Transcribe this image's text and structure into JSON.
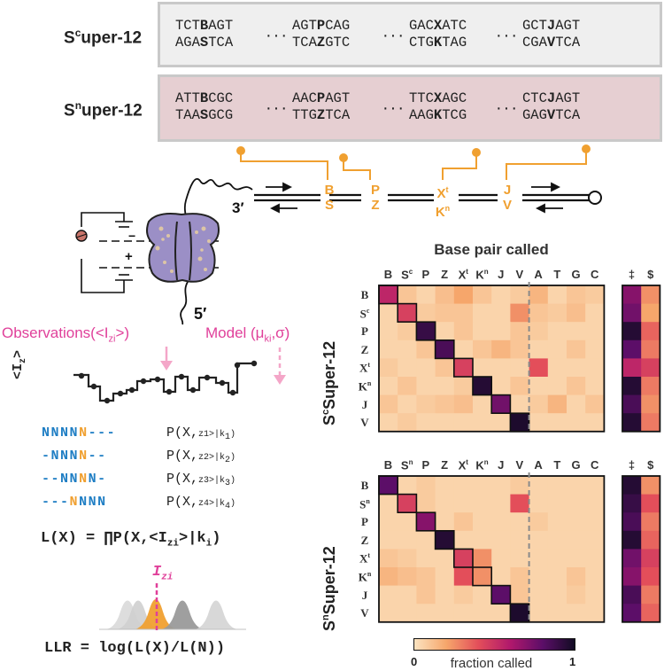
{
  "top_rows": [
    {
      "label_main": "S",
      "label_sup": "c",
      "label_rest": "uper-12",
      "bg": "#efefef",
      "groups": [
        {
          "l1": [
            "TCT",
            "B",
            "AGT"
          ],
          "l2": [
            "AGA",
            "S",
            "TCA"
          ]
        },
        {
          "l1": [
            "AGT",
            "P",
            "CAG"
          ],
          "l2": [
            "TCA",
            "Z",
            "GTC"
          ]
        },
        {
          "l1": [
            "GAC",
            "X",
            "ATC"
          ],
          "l2": [
            "CTG",
            "K",
            "TAG"
          ]
        },
        {
          "l1": [
            "GCT",
            "J",
            "AGT"
          ],
          "l2": [
            "CGA",
            "V",
            "TCA"
          ]
        }
      ]
    },
    {
      "label_main": "S",
      "label_sup": "n",
      "label_rest": "uper-12",
      "bg": "#e6cfd2",
      "groups": [
        {
          "l1": [
            "ATT",
            "B",
            "CGC"
          ],
          "l2": [
            "TAA",
            "S",
            "GCG"
          ]
        },
        {
          "l1": [
            "AAC",
            "P",
            "AGT"
          ],
          "l2": [
            "TTG",
            "Z",
            "TCA"
          ]
        },
        {
          "l1": [
            "TTC",
            "X",
            "AGC"
          ],
          "l2": [
            "AAG",
            "K",
            "TCG"
          ]
        },
        {
          "l1": [
            "CTC",
            "J",
            "AGT"
          ],
          "l2": [
            "GAG",
            "V",
            "TCA"
          ]
        }
      ]
    }
  ],
  "dots": "···",
  "duplex": {
    "three_prime": "3′",
    "pairs": [
      {
        "top": "B",
        "bottom": "S"
      },
      {
        "top": "P",
        "bottom": "Z"
      },
      {
        "top": "X",
        "top_sup": "t",
        "bottom": "K",
        "bottom_sup": "n"
      },
      {
        "top": "J",
        "bottom": "V"
      }
    ]
  },
  "nanopore": {
    "minus": "−",
    "plus": "+",
    "five_prime": "5′"
  },
  "observations_label": "Observations(<I",
  "observations_sub": "zi",
  "observations_end": ">)",
  "model_label": "Model (μ",
  "model_sub": "ki",
  "model_end": ",σ)",
  "trace_axis": "<I",
  "trace_axis_sub": "z",
  "trace_axis_end": ">",
  "windows": [
    {
      "blue1": "NNNN",
      "orange": "",
      "blue2": "",
      "dash1": "",
      "dash2": "---",
      "orange_pos": 4,
      "prob": "P(X,<I",
      "sub": "z1",
      "given": ">|k",
      "ksub": "1",
      "close": ")"
    },
    {
      "prob": "P(X,<I",
      "sub": "z2",
      "given": ">|k",
      "ksub": "2",
      "close": ")"
    },
    {
      "prob": "P(X,<I",
      "sub": "z3",
      "given": ">|k",
      "ksub": "3",
      "close": ")"
    },
    {
      "prob": "P(X,<I",
      "sub": "z4",
      "given": ">|k",
      "ksub": "4",
      "close": ")"
    }
  ],
  "likelihood": {
    "lhs": "L(X) = ∏P(X,<I",
    "sub": "zi",
    "given": ">|k",
    "ksub": "i",
    "close": ")"
  },
  "izi_label": "I",
  "izi_sub": "zi",
  "llr": "LLR = log(L(X)/L(N))",
  "heatmap": {
    "title": "Base pair called",
    "col_labels": [
      "B",
      "S",
      "P",
      "Z",
      "X",
      "K",
      "J",
      "V",
      "A",
      "T",
      "G",
      "C"
    ],
    "extra_labels": [
      "‡",
      "$"
    ],
    "top_row_labels": [
      "B",
      "S",
      "P",
      "Z",
      "X",
      "K",
      "J",
      "V"
    ],
    "top_axis_title": "Super-12",
    "bottom_axis_title": "Super-12",
    "colorbar_min": "0",
    "colorbar_max": "1",
    "colorbar_label": "fraction called"
  },
  "chart_data": [
    {
      "type": "heatmap",
      "title": "Base pair called",
      "ylabel": "Super-12 (c)",
      "columns": [
        "B",
        "Sc",
        "P",
        "Z",
        "Xt",
        "Kn",
        "J",
        "V",
        "A",
        "T",
        "G",
        "C"
      ],
      "rows": [
        "B",
        "Sc",
        "P",
        "Z",
        "Xt",
        "Kn",
        "J",
        "V"
      ],
      "values": [
        [
          0.55,
          0.1,
          0.05,
          0.12,
          0.2,
          0.1,
          0.05,
          0.08,
          0.15,
          0.05,
          0.1,
          0.08
        ],
        [
          0.05,
          0.45,
          0.08,
          0.1,
          0.1,
          0.05,
          0.05,
          0.25,
          0.1,
          0.08,
          0.12,
          0.05
        ],
        [
          0.05,
          0.08,
          0.9,
          0.05,
          0.1,
          0.05,
          0.05,
          0.1,
          0.08,
          0.05,
          0.05,
          0.05
        ],
        [
          0.05,
          0.05,
          0.1,
          0.85,
          0.05,
          0.1,
          0.15,
          0.1,
          0.05,
          0.05,
          0.1,
          0.05
        ],
        [
          0.08,
          0.05,
          0.05,
          0.1,
          0.45,
          0.05,
          0.05,
          0.05,
          0.4,
          0.05,
          0.05,
          0.05
        ],
        [
          0.05,
          0.1,
          0.05,
          0.05,
          0.08,
          0.95,
          0.05,
          0.1,
          0.05,
          0.05,
          0.1,
          0.05
        ],
        [
          0.1,
          0.05,
          0.08,
          0.1,
          0.12,
          0.05,
          0.75,
          0.05,
          0.08,
          0.15,
          0.05,
          0.1
        ],
        [
          0.05,
          0.08,
          0.05,
          0.05,
          0.05,
          0.05,
          0.05,
          0.97,
          0.05,
          0.05,
          0.05,
          0.05
        ]
      ],
      "extra_columns": [
        "‡",
        "$"
      ],
      "extra_values": [
        [
          0.7,
          0.25
        ],
        [
          0.75,
          0.2
        ],
        [
          0.95,
          0.35
        ],
        [
          0.8,
          0.3
        ],
        [
          0.55,
          0.45
        ],
        [
          0.95,
          0.3
        ],
        [
          0.85,
          0.25
        ],
        [
          0.95,
          0.3
        ]
      ],
      "range": [
        0,
        1
      ]
    },
    {
      "type": "heatmap",
      "ylabel": "Super-12 (n)",
      "columns": [
        "B",
        "Sn",
        "P",
        "Z",
        "Xt",
        "Kn",
        "J",
        "V",
        "A",
        "T",
        "G",
        "C"
      ],
      "rows": [
        "B",
        "Sn",
        "P",
        "Z",
        "Xt",
        "Kn",
        "J",
        "V"
      ],
      "values": [
        [
          0.8,
          0.05,
          0.08,
          0.05,
          0.05,
          0.05,
          0.05,
          0.08,
          0.05,
          0.05,
          0.05,
          0.05
        ],
        [
          0.05,
          0.45,
          0.08,
          0.05,
          0.05,
          0.05,
          0.05,
          0.4,
          0.05,
          0.05,
          0.05,
          0.05
        ],
        [
          0.05,
          0.05,
          0.7,
          0.05,
          0.1,
          0.05,
          0.05,
          0.05,
          0.08,
          0.05,
          0.05,
          0.05
        ],
        [
          0.05,
          0.05,
          0.05,
          0.95,
          0.05,
          0.05,
          0.05,
          0.05,
          0.05,
          0.05,
          0.05,
          0.05
        ],
        [
          0.1,
          0.08,
          0.05,
          0.05,
          0.45,
          0.25,
          0.05,
          0.05,
          0.05,
          0.05,
          0.05,
          0.05
        ],
        [
          0.15,
          0.12,
          0.1,
          0.05,
          0.4,
          0.25,
          0.05,
          0.1,
          0.05,
          0.05,
          0.1,
          0.05
        ],
        [
          0.05,
          0.05,
          0.1,
          0.05,
          0.08,
          0.05,
          0.8,
          0.1,
          0.05,
          0.05,
          0.08,
          0.05
        ],
        [
          0.05,
          0.05,
          0.05,
          0.05,
          0.05,
          0.05,
          0.05,
          0.97,
          0.05,
          0.05,
          0.05,
          0.05
        ]
      ],
      "extra_columns": [
        "‡",
        "$"
      ],
      "extra_values": [
        [
          0.95,
          0.25
        ],
        [
          0.9,
          0.4
        ],
        [
          0.85,
          0.3
        ],
        [
          0.95,
          0.35
        ],
        [
          0.75,
          0.45
        ],
        [
          0.7,
          0.4
        ],
        [
          0.85,
          0.3
        ],
        [
          0.8,
          0.35
        ]
      ],
      "range": [
        0,
        1
      ]
    }
  ],
  "colors": {
    "orange": "#f0a030",
    "pink": "#e0409a",
    "blue": "#1f7ec4",
    "seqbold": "#111111"
  }
}
